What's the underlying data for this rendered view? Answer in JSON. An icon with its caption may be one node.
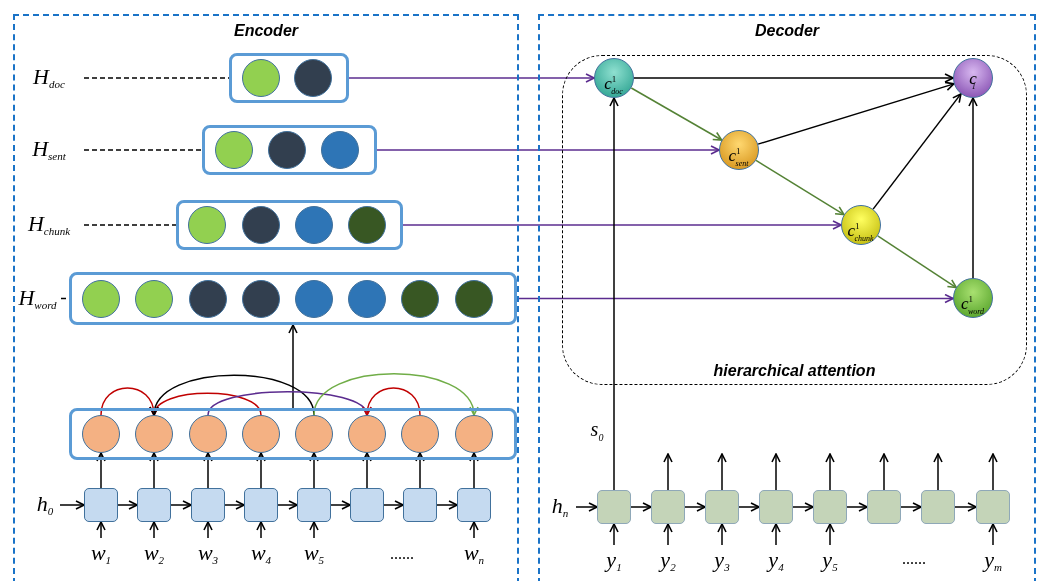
{
  "diagram": {
    "nodes": [
      {
        "text": [
          "Encoder"
        ]
      },
      {
        "text": [
          "Decoder"
        ]
      },
      {
        "text": [
          "H$_{doc}$"
        ],
        "in": 0
      },
      {
        "text": [],
        "shape": "box",
        "in": 0
      },
      {
        "text": [],
        "shape": "circle",
        "in": 3
      },
      {
        "text": [],
        "shape": "circle",
        "in": 3
      },
      {
        "text": [
          "H$_{sent}$"
        ],
        "in": 0
      },
      {
        "text": [],
        "shape": "box",
        "in": 0
      },
      {
        "text": [],
        "shape": "circle",
        "in": 7
      },
      {
        "text": [],
        "shape": "circle",
        "in": 7
      },
      {
        "text": [],
        "shape": "circle",
        "in": 7
      },
      {
        "text": [
          "H$_{chunk}$"
        ],
        "in": 0
      },
      {
        "text": [],
        "shape": "box",
        "in": 0
      },
      {
        "text": [],
        "shape": "circle",
        "in": 12
      },
      {
        "text": [],
        "shape": "circle",
        "in": 12
      },
      {
        "text": [],
        "shape": "circle",
        "in": 12
      },
      {
        "text": [],
        "shape": "circle",
        "in": 12
      },
      {
        "text": [
          "H$_{word}$"
        ],
        "in": 0
      },
      {
        "text": [],
        "shape": "box",
        "in": 0
      },
      {
        "text": [],
        "shape": "circle",
        "in": 18
      },
      {
        "text": [],
        "shape": "circle",
        "in": 18
      },
      {
        "text": [],
        "shape": "circle",
        "in": 18
      },
      {
        "text": [],
        "shape": "circle",
        "in": 18
      },
      {
        "text": [],
        "shape": "circle",
        "in": 18
      },
      {
        "text": [],
        "shape": "circle",
        "in": 18
      },
      {
        "text": [],
        "shape": "circle",
        "in": 18
      },
      {
        "text": [],
        "shape": "circle",
        "in": 18
      },
      {
        "text": [],
        "shape": "box",
        "in": 0
      },
      {
        "text": [],
        "shape": "circle",
        "in": 27
      },
      {
        "text": [],
        "shape": "circle",
        "in": 27
      },
      {
        "text": [],
        "shape": "circle",
        "in": 27
      },
      {
        "text": [],
        "shape": "circle",
        "in": 27
      },
      {
        "text": [],
        "shape": "circle",
        "in": 27
      },
      {
        "text": [],
        "shape": "circle",
        "in": 27
      },
      {
        "text": [],
        "shape": "circle",
        "in": 27
      },
      {
        "text": [],
        "shape": "circle",
        "in": 27
      },
      {
        "text": [
          "h$_{0}$"
        ],
        "in": 0
      },
      {
        "text": [],
        "shape": "box",
        "in": 0
      },
      {
        "text": [],
        "shape": "box",
        "in": 0
      },
      {
        "text": [],
        "shape": "box",
        "in": 0
      },
      {
        "text": [],
        "shape": "box",
        "in": 0
      },
      {
        "text": [],
        "shape": "box",
        "in": 0
      },
      {
        "text": [],
        "shape": "box",
        "in": 0
      },
      {
        "text": [],
        "shape": "box",
        "in": 0
      },
      {
        "text": [],
        "shape": "box",
        "in": 0
      },
      {
        "text": [
          "w$_{1}$"
        ],
        "in": 0
      },
      {
        "text": [
          "w$_{2}$"
        ],
        "in": 0
      },
      {
        "text": [
          "w$_{3}$"
        ],
        "in": 0
      },
      {
        "text": [
          "w$_{4}$"
        ],
        "in": 0
      },
      {
        "text": [
          "w$_{5}$"
        ],
        "in": 0
      },
      {
        "text": [
          "w$_{n}$"
        ],
        "in": 0
      },
      {
        "text": [
          "hierarchical attention"
        ],
        "in": 1
      },
      {
        "text": [
          "c$^{1}$$_{doc}$"
        ],
        "in": 51
      },
      {
        "text": [
          "c$^{1}$$_{sent}$"
        ],
        "in": 51
      },
      {
        "text": [
          "c$^{1}$$_{chunk}$"
        ],
        "in": 51
      },
      {
        "text": [
          "c$^{1}$$_{word}$"
        ],
        "in": 51
      },
      {
        "text": [
          "c$_{1}$"
        ],
        "in": 51
      },
      {
        "text": [
          "h$_{n}$"
        ],
        "in": 1
      },
      {
        "text": [],
        "shape": "box",
        "in": 1
      },
      {
        "text": [],
        "shape": "box",
        "in": 1
      },
      {
        "text": [],
        "shape": "box",
        "in": 1
      },
      {
        "text": [],
        "shape": "box",
        "in": 1
      },
      {
        "text": [],
        "shape": "box",
        "in": 1
      },
      {
        "text": [],
        "shape": "box",
        "in": 1
      },
      {
        "text": [],
        "shape": "box",
        "in": 1
      },
      {
        "text": [],
        "shape": "box",
        "in": 1
      },
      {
        "text": [
          "y$_{1}$"
        ],
        "in": 1
      },
      {
        "text": [
          "y$_{2}$"
        ],
        "in": 1
      },
      {
        "text": [
          "y$_{3}$"
        ],
        "in": 1
      },
      {
        "text": [
          "y$_{4}$"
        ],
        "in": 1
      },
      {
        "text": [
          "y$_{5}$"
        ],
        "in": 1
      },
      {
        "text": [
          "y$_{m}$"
        ],
        "in": 1
      }
    ],
    "edges": [
      {
        "from": 2,
        "to": 3,
        "arrow": "none",
        "style": "dashed"
      },
      {
        "from": 6,
        "to": 7,
        "arrow": "none",
        "style": "dashed"
      },
      {
        "from": 11,
        "to": 12,
        "arrow": "none",
        "style": "dashed"
      },
      {
        "from": 17,
        "to": 18,
        "arrow": "none",
        "style": "dashed"
      },
      {
        "from": 3,
        "to": 52,
        "arrow": "to",
        "color": "#5b2c8f"
      },
      {
        "from": 7,
        "to": 53,
        "arrow": "to",
        "color": "#5b2c8f"
      },
      {
        "from": 12,
        "to": 54,
        "arrow": "to",
        "color": "#5b2c8f"
      },
      {
        "from": 18,
        "to": 55,
        "arrow": "to",
        "color": "#5b2c8f"
      },
      {
        "from": 27,
        "to": 18,
        "arrow": "to"
      },
      {
        "from": 36,
        "to": 37,
        "arrow": "to"
      },
      {
        "from": 37,
        "to": 38,
        "arrow": "to"
      },
      {
        "from": 38,
        "to": 39,
        "arrow": "to"
      },
      {
        "from": 39,
        "to": 40,
        "arrow": "to"
      },
      {
        "from": 40,
        "to": 41,
        "arrow": "to"
      },
      {
        "from": 41,
        "to": 42,
        "arrow": "to"
      },
      {
        "from": 42,
        "to": 43,
        "arrow": "to"
      },
      {
        "from": 43,
        "to": 44,
        "arrow": "to"
      },
      {
        "from": 45,
        "to": 37,
        "arrow": "to"
      },
      {
        "from": 46,
        "to": 38,
        "arrow": "to"
      },
      {
        "from": 47,
        "to": 39,
        "arrow": "to"
      },
      {
        "from": 48,
        "to": 40,
        "arrow": "to"
      },
      {
        "from": 49,
        "to": 41,
        "arrow": "to"
      },
      {
        "from": 50,
        "to": 44,
        "arrow": "to"
      },
      {
        "from": 37,
        "to": 28,
        "arrow": "to"
      },
      {
        "from": 38,
        "to": 29,
        "arrow": "to"
      },
      {
        "from": 39,
        "to": 30,
        "arrow": "to"
      },
      {
        "from": 40,
        "to": 31,
        "arrow": "to"
      },
      {
        "from": 41,
        "to": 32,
        "arrow": "to"
      },
      {
        "from": 42,
        "to": 33,
        "arrow": "to"
      },
      {
        "from": 43,
        "to": 34,
        "arrow": "to"
      },
      {
        "from": 44,
        "to": 35,
        "arrow": "to"
      },
      {
        "from": 28,
        "to": 29,
        "arrow": "to",
        "color": "#c00000"
      },
      {
        "from": 31,
        "to": 29,
        "arrow": "to",
        "color": "#c00000"
      },
      {
        "from": 32,
        "to": 29,
        "arrow": "to"
      },
      {
        "from": 30,
        "to": 33,
        "arrow": "to",
        "color": "#5b2c8f"
      },
      {
        "from": 32,
        "to": 35,
        "arrow": "to",
        "color": "#70ad47"
      },
      {
        "from": 34,
        "to": 33,
        "arrow": "to",
        "color": "#c00000"
      },
      {
        "from": 52,
        "to": 56,
        "arrow": "to"
      },
      {
        "from": 52,
        "to": 53,
        "arrow": "to",
        "color": "#548235"
      },
      {
        "from": 53,
        "to": 56,
        "arrow": "to"
      },
      {
        "from": 53,
        "to": 54,
        "arrow": "to",
        "color": "#548235"
      },
      {
        "from": 54,
        "to": 56,
        "arrow": "to"
      },
      {
        "from": 54,
        "to": 55,
        "arrow": "to",
        "color": "#548235"
      },
      {
        "from": 55,
        "to": 56,
        "arrow": "to"
      },
      {
        "from": 58,
        "to": 52,
        "arrow": "to",
        "label": "s$_{0}$"
      },
      {
        "from": 57,
        "to": 58,
        "arrow": "to"
      },
      {
        "from": 58,
        "to": 59,
        "arrow": "to"
      },
      {
        "from": 59,
        "to": 60,
        "arrow": "to"
      },
      {
        "from": 60,
        "to": 61,
        "arrow": "to"
      },
      {
        "from": 61,
        "to": 62,
        "arrow": "to"
      },
      {
        "from": 62,
        "to": 63,
        "arrow": "to"
      },
      {
        "from": 63,
        "to": 64,
        "arrow": "to"
      },
      {
        "from": 64,
        "to": 65,
        "arrow": "to"
      },
      {
        "from": 66,
        "to": 58,
        "arrow": "to"
      },
      {
        "from": 67,
        "to": 59,
        "arrow": "to"
      },
      {
        "from": 68,
        "to": 60,
        "arrow": "to"
      },
      {
        "from": 69,
        "to": 61,
        "arrow": "to"
      },
      {
        "from": 70,
        "to": 62,
        "arrow": "to"
      },
      {
        "from": 71,
        "to": 65,
        "arrow": "to"
      },
      {
        "from": 59,
        "to": null,
        "arrow": "to"
      },
      {
        "from": 60,
        "to": null,
        "arrow": "to"
      },
      {
        "from": 61,
        "to": null,
        "arrow": "to"
      },
      {
        "from": 62,
        "to": null,
        "arrow": "to"
      },
      {
        "from": 63,
        "to": null,
        "arrow": "to"
      },
      {
        "from": 64,
        "to": null,
        "arrow": "to"
      },
      {
        "from": 65,
        "to": null,
        "arrow": "to"
      }
    ],
    "labels": [
      "......",
      "......"
    ]
  }
}
